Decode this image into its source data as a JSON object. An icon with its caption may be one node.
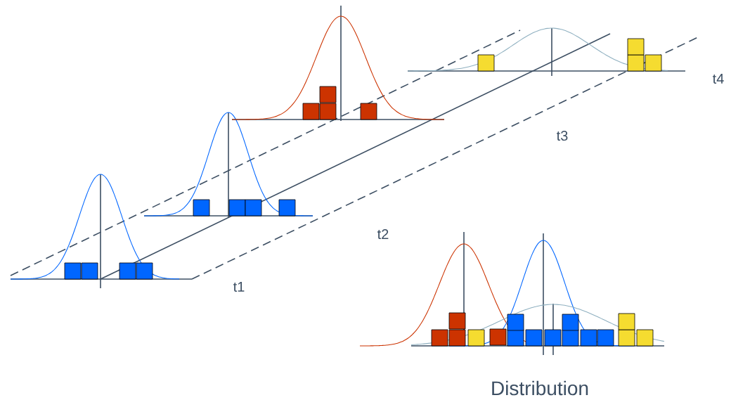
{
  "diagram": {
    "labels": [
      "t4",
      "t3",
      "t2",
      "t1",
      "Distribution"
    ]
  }
}
